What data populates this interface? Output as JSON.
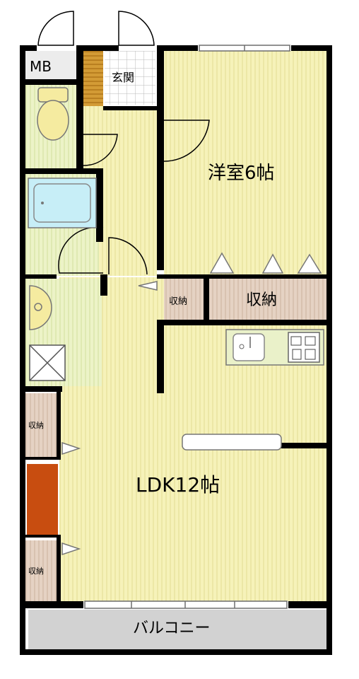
{
  "rooms": {
    "meter_box": "MB",
    "entrance": "玄関",
    "western_room": "洋室6帖",
    "storage_large": "収納",
    "storage_small": "収納",
    "storage_left_upper": "収納",
    "storage_left_lower": "収納",
    "ldk": "LDK12帖",
    "balcony": "バルコニー"
  },
  "colors": {
    "wall": "#000000",
    "floor_yellow": "#f6f2b9",
    "floor_stripe": "#ece7a6",
    "wet_area": "#ecf3c7",
    "bath_blue": "#c7eef7",
    "storage_tan": "#e5d2c3",
    "balcony_gray": "#d2d2d2",
    "entrance_tile": "#ffffff",
    "shoe_box": "#d39b35",
    "accent_red": "#c84d10",
    "kitchen_counter": "#eaf1c9"
  }
}
